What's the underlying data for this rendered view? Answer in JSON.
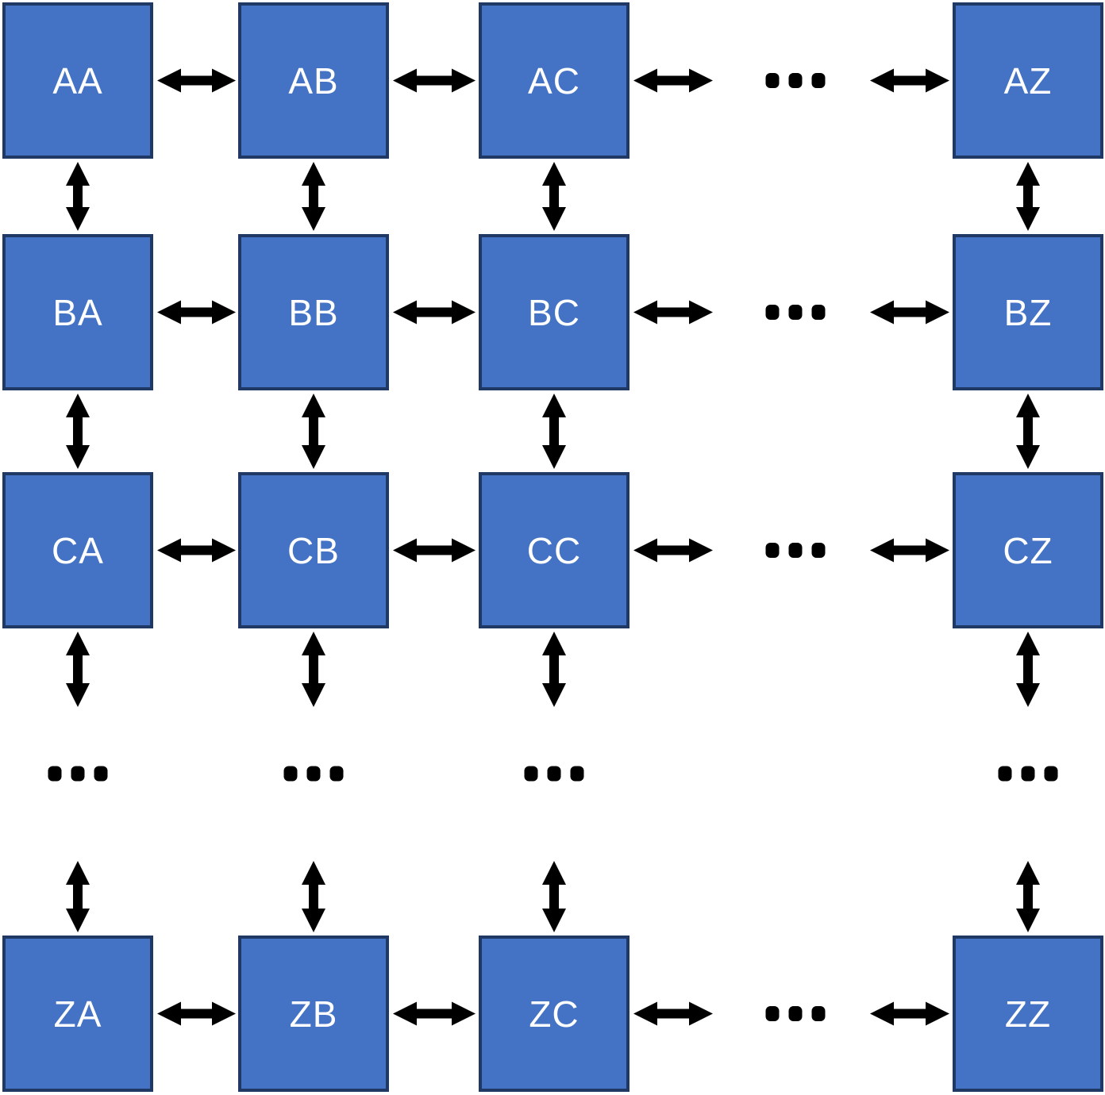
{
  "diagram": {
    "row_letters": [
      "A",
      "B",
      "C",
      "Z"
    ],
    "col_letters": [
      "A",
      "B",
      "C",
      "Z"
    ],
    "node_labels": [
      [
        "AA",
        "AB",
        "AC",
        "AZ"
      ],
      [
        "BA",
        "BB",
        "BC",
        "BZ"
      ],
      [
        "CA",
        "CB",
        "CC",
        "CZ"
      ],
      [
        "ZA",
        "ZB",
        "ZC",
        "ZZ"
      ]
    ],
    "ellipsis": "...",
    "colors": {
      "node_fill": "#4472C4",
      "node_border": "#1F3864",
      "node_text": "#FFFFFF",
      "arrow": "#000000",
      "background": "#FFFFFF"
    }
  }
}
